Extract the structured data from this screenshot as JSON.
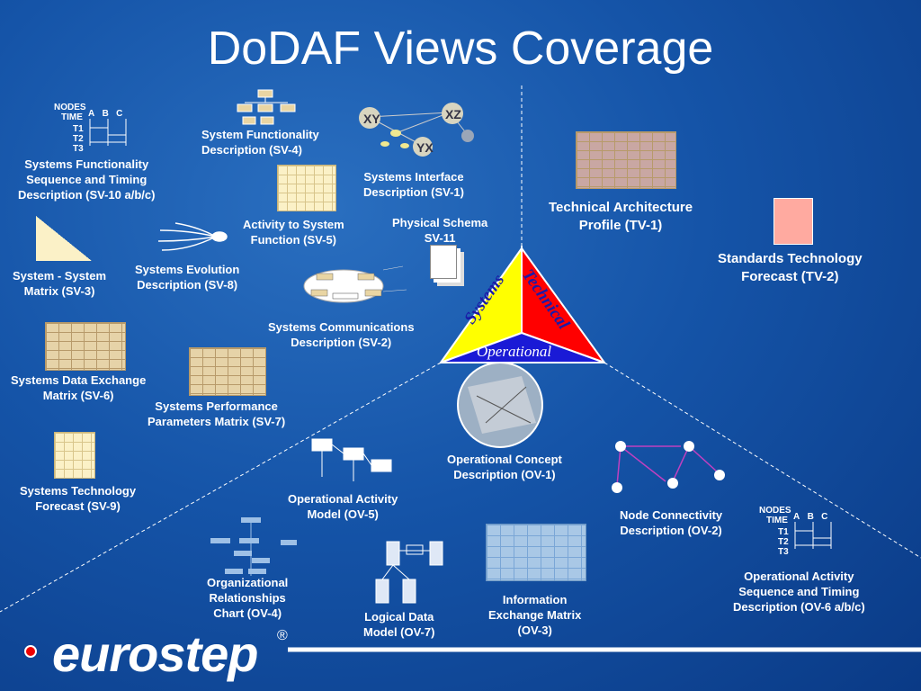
{
  "title": "DoDAF Views Coverage",
  "triangle": {
    "systems": "Systems",
    "technical": "Technical",
    "operational": "Operational"
  },
  "matrix_small": {
    "nodes": "NODES",
    "time": "TIME",
    "cols": [
      "A",
      "B",
      "C"
    ],
    "rows": [
      "T1",
      "T2",
      "T3"
    ]
  },
  "labels": {
    "sv10": [
      "Systems Functionality",
      "Sequence and Timing",
      "Description (SV-10  a/b/c)"
    ],
    "sv4": [
      "System Functionality",
      "Description (SV-4)"
    ],
    "sv1": [
      "Systems Interface",
      "Description (SV-1)"
    ],
    "sv5": [
      "Activity  to System",
      "Function (SV-5)"
    ],
    "sv11": [
      "Physical Schema",
      "SV-11"
    ],
    "sv3": [
      "System - System",
      "Matrix (SV-3)"
    ],
    "sv8": [
      "Systems Evolution",
      "Description (SV-8)"
    ],
    "sv2": [
      "Systems Communications",
      "Description (SV-2)"
    ],
    "sv6": [
      "Systems Data Exchange",
      "Matrix (SV-6)"
    ],
    "sv7": [
      "Systems Performance",
      "Parameters Matrix (SV-7)"
    ],
    "sv9": [
      "Systems Technology",
      "Forecast (SV-9)"
    ],
    "tv1": [
      "Technical Architecture",
      "Profile (TV-1)"
    ],
    "tv2": [
      "Standards Technology",
      "Forecast (TV-2)"
    ],
    "ov1": [
      "Operational Concept",
      "Description (OV-1)"
    ],
    "ov5": [
      "Operational Activity",
      "Model (OV-5)"
    ],
    "ov2": [
      "Node Connectivity",
      "Description (OV-2)"
    ],
    "ov6": [
      "Operational Activity",
      "Sequence and Timing",
      "Description (OV-6 a/b/c)"
    ],
    "ov4": [
      "Organizational",
      "Relationships",
      "Chart (OV-4)"
    ],
    "ov7": [
      "Logical Data",
      "Model (OV-7)"
    ],
    "ov3": [
      "Information",
      "Exchange Matrix",
      "(OV-3)"
    ]
  },
  "logo": {
    "text": "eurostep",
    "mark": "®"
  },
  "colors": {
    "bg": "#1554a8",
    "systems": "#ffff00",
    "technical": "#ff0000",
    "operational": "#1a1ad6"
  }
}
